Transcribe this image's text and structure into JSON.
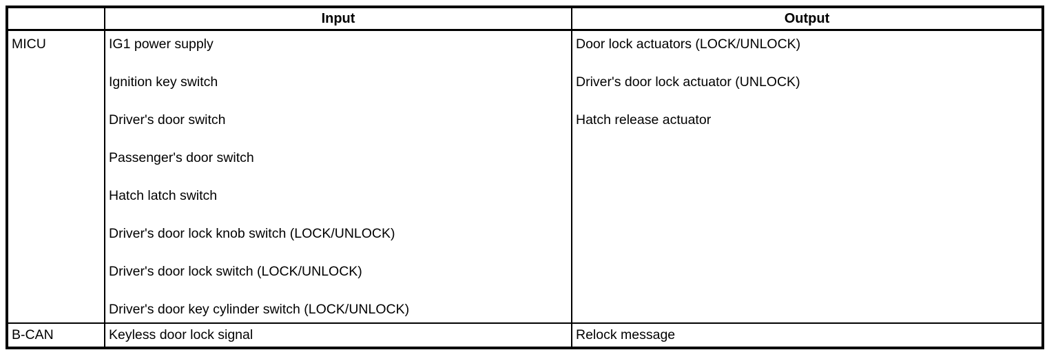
{
  "table": {
    "header": {
      "source_label": "",
      "input_label": "Input",
      "output_label": "Output"
    },
    "rows": [
      {
        "source": "MICU",
        "inputs": [
          "IG1 power supply",
          "Ignition key switch",
          "Driver's door switch",
          "Passenger's door switch",
          "Hatch latch switch",
          "Driver's door lock knob switch (LOCK/UNLOCK)",
          "Driver's door lock switch (LOCK/UNLOCK)",
          "Driver's door key cylinder switch (LOCK/UNLOCK)"
        ],
        "outputs": [
          "Door lock actuators (LOCK/UNLOCK)",
          "Driver's door lock actuator (UNLOCK)",
          "Hatch release actuator"
        ]
      },
      {
        "source": "B-CAN",
        "inputs": [
          "Keyless door lock signal"
        ],
        "outputs": [
          "Relock message"
        ]
      }
    ],
    "colors": {
      "border": "#000000",
      "background": "#ffffff",
      "text": "#000000"
    }
  }
}
